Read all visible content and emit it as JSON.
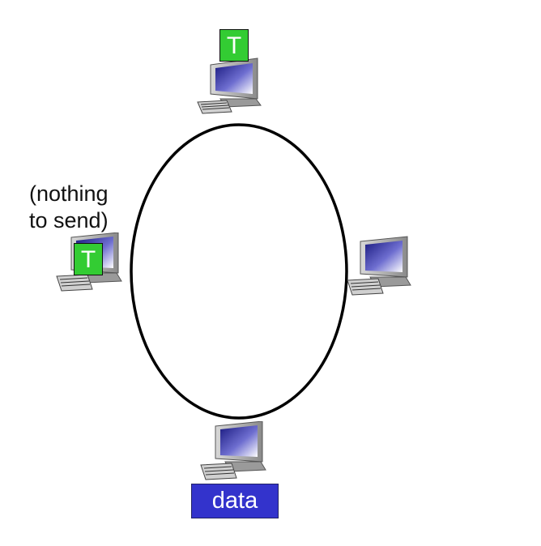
{
  "diagram": {
    "nodes": [
      {
        "id": "top",
        "has_token": true
      },
      {
        "id": "left",
        "has_token": true,
        "note_lines": [
          "(nothing",
          "to send)"
        ]
      },
      {
        "id": "right",
        "has_token": false
      },
      {
        "id": "bottom",
        "has_token": false,
        "packet_label": "data"
      }
    ],
    "token_label": "T",
    "colors": {
      "token": "#33cc33",
      "packet": "#3333cc",
      "ring": "#000000",
      "screen": "#3a3aa8"
    },
    "icons": {
      "computer": "desktop-computer-icon"
    }
  }
}
